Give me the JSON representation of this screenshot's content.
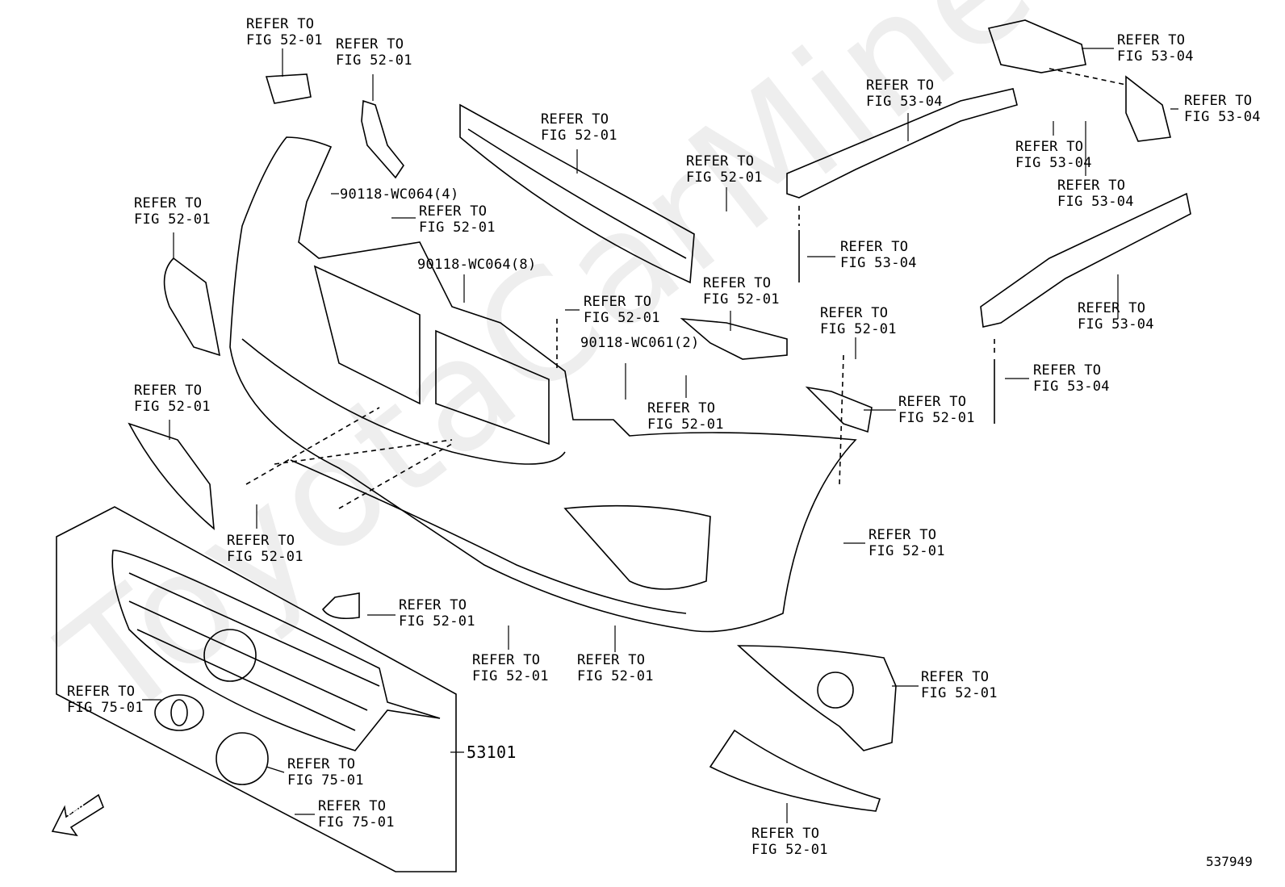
{
  "watermark": "ToyotaCarMine.ru",
  "figure_number": "537949",
  "fwd_label": "FWD",
  "callouts": [
    {
      "l1": "REFER TO",
      "l2": "FIG 52-01"
    },
    {
      "l1": "REFER TO",
      "l2": "FIG 52-01"
    },
    {
      "l1": "REFER TO",
      "l2": "FIG 52-01"
    },
    {
      "l1": "REFER TO",
      "l2": "FIG 52-01"
    },
    {
      "l1": "REFER TO",
      "l2": "FIG 53-04"
    },
    {
      "l1": "REFER TO",
      "l2": "FIG 53-04"
    },
    {
      "l1": "REFER TO",
      "l2": "FIG 53-04"
    },
    {
      "l1": "REFER TO",
      "l2": "FIG 53-04"
    },
    {
      "l1": "REFER TO",
      "l2": "FIG 53-04"
    },
    {
      "l1": "REFER TO",
      "l2": "FIG 52-01"
    },
    {
      "l1": "REFER TO",
      "l2": "FIG 52-01"
    },
    {
      "l1": "REFER TO",
      "l2": "FIG 53-04"
    },
    {
      "l1": "REFER TO",
      "l2": "FIG 52-01"
    },
    {
      "l1": "REFER TO",
      "l2": "FIG 52-01"
    },
    {
      "l1": "REFER TO",
      "l2": "FIG 52-01"
    },
    {
      "l1": "REFER TO",
      "l2": "FIG 53-04"
    },
    {
      "l1": "REFER TO",
      "l2": "FIG 53-04"
    },
    {
      "l1": "REFER TO",
      "l2": "FIG 52-01"
    },
    {
      "l1": "REFER TO",
      "l2": "FIG 52-01"
    },
    {
      "l1": "REFER TO",
      "l2": "FIG 52-01"
    },
    {
      "l1": "REFER TO",
      "l2": "FIG 52-01"
    },
    {
      "l1": "REFER TO",
      "l2": "FIG 52-01"
    },
    {
      "l1": "REFER TO",
      "l2": "FIG 52-01"
    },
    {
      "l1": "REFER TO",
      "l2": "FIG 52-01"
    },
    {
      "l1": "REFER TO",
      "l2": "FIG 52-01"
    },
    {
      "l1": "REFER TO",
      "l2": "FIG 52-01"
    },
    {
      "l1": "REFER TO",
      "l2": "FIG 75-01"
    },
    {
      "l1": "REFER TO",
      "l2": "FIG 75-01"
    },
    {
      "l1": "REFER TO",
      "l2": "FIG 75-01"
    },
    {
      "l1": "REFER TO",
      "l2": "FIG 52-01"
    }
  ],
  "part_numbers": [
    "90118-WC064(4)",
    "90118-WC064(8)",
    "90118-WC061(2)",
    "53101"
  ]
}
